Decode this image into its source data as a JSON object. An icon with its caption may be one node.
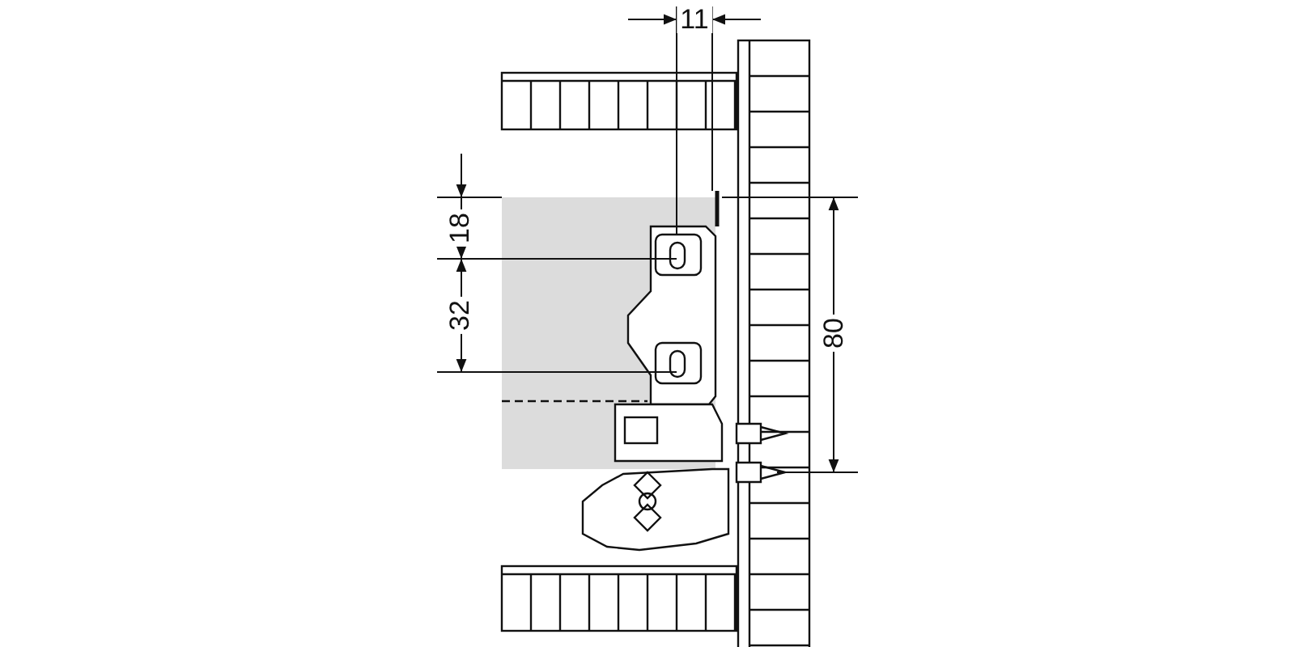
{
  "diagram": {
    "labels": [
      "11",
      "18",
      "32",
      "80"
    ]
  }
}
